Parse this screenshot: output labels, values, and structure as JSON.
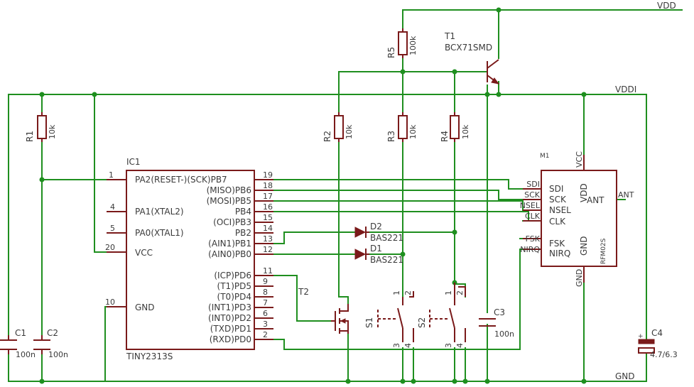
{
  "nets": {
    "vdd": "VDD",
    "vddi": "VDDI",
    "gnd": "GND"
  },
  "ic1": {
    "ref": "IC1",
    "value": "TINY2313S",
    "left_pins": [
      {
        "num": "1",
        "label": "PA2(RESET-)(SCK)PB7"
      },
      {
        "num": "4",
        "label": "PA1(XTAL2)"
      },
      {
        "num": "5",
        "label": "PA0(XTAL1)"
      },
      {
        "num": "20",
        "label": "VCC"
      },
      {
        "num": "10",
        "label": "GND"
      }
    ],
    "right_pins": [
      {
        "num": "19",
        "label": ""
      },
      {
        "num": "18",
        "label": "(MISO)PB6"
      },
      {
        "num": "17",
        "label": "(MOSI)PB5"
      },
      {
        "num": "16",
        "label": "PB4"
      },
      {
        "num": "15",
        "label": "(OCI)PB3"
      },
      {
        "num": "14",
        "label": "PB2"
      },
      {
        "num": "13",
        "label": "(AIN1)PB1"
      },
      {
        "num": "12",
        "label": "(AIN0)PB0"
      },
      {
        "num": "11",
        "label": "(ICP)PD6"
      },
      {
        "num": "9",
        "label": "(T1)PD5"
      },
      {
        "num": "8",
        "label": "(T0)PD4"
      },
      {
        "num": "7",
        "label": "(INT1)PD3"
      },
      {
        "num": "6",
        "label": "(INT0)PD2"
      },
      {
        "num": "3",
        "label": "(TXD)PD1"
      },
      {
        "num": "2",
        "label": "(RXD)PD0"
      }
    ]
  },
  "m1": {
    "ref": "M1",
    "value": "RFM02S",
    "inner": {
      "sdi": "SDI",
      "sck": "SCK",
      "nsel": "NSEL",
      "clk": "CLK",
      "fsk": "FSK",
      "nirq": "NIRQ",
      "vdd": "VDD",
      "gnd": "GND",
      "ant": "ANT"
    },
    "outer": {
      "sdi": "SDI",
      "sck": "SCK",
      "nsel": "NSEL",
      "clk": "CLK",
      "fsk": "FSK",
      "nirq": "NIRQ",
      "vcc": "VCC",
      "gnd": "GND",
      "ant": "ANT"
    }
  },
  "resistors": [
    {
      "ref": "R1",
      "value": "10k"
    },
    {
      "ref": "R2",
      "value": "10k"
    },
    {
      "ref": "R3",
      "value": "10k"
    },
    {
      "ref": "R4",
      "value": "10k"
    },
    {
      "ref": "R5",
      "value": "100k"
    }
  ],
  "capacitors": [
    {
      "ref": "C1",
      "value": "100n"
    },
    {
      "ref": "C2",
      "value": "100n"
    },
    {
      "ref": "C3",
      "value": "100n"
    },
    {
      "ref": "C4",
      "value": "4.7/6.3"
    }
  ],
  "diodes": [
    {
      "ref": "D2",
      "value": "BAS221"
    },
    {
      "ref": "D1",
      "value": "BAS221"
    }
  ],
  "transistors": [
    {
      "ref": "T1",
      "value": "BCX71SMD"
    },
    {
      "ref": "T2",
      "value": ""
    }
  ],
  "switches": [
    {
      "ref": "S1",
      "pins": [
        "1",
        "2",
        "3",
        "4"
      ]
    },
    {
      "ref": "S2",
      "pins": [
        "1",
        "2",
        "3",
        "4"
      ]
    }
  ]
}
